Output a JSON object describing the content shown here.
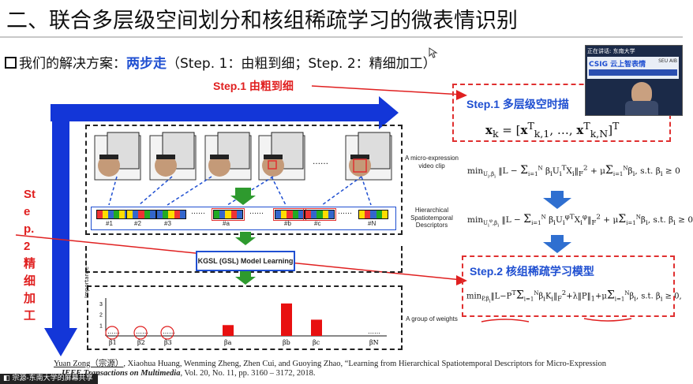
{
  "slide": {
    "title": "二、联合多层级空间划分和核组稀疏学习的微表情识别",
    "solution_prefix": "我们的解决方案：",
    "solution_accent": "两步走",
    "solution_suffix": "（Step. 1：由粗到细；Step. 2：精细加工）"
  },
  "annotations": {
    "step1_coarse": "Step.1 由粗到细",
    "step2_vertical": "Step.2 精细加工",
    "step1_box_title": "Step.1 多层级空时描",
    "step1_formula": "x_k = [x_{k,1}^T, …, x_{k,N}^T]^T",
    "step2_box_title": "Step.2 核组稀疏学习模型"
  },
  "figure": {
    "caption_clip": "A micro-expression video clip",
    "caption_descriptors": "Hierarchical Spatiotemporal Descriptors",
    "caption_weights": "A group of weights",
    "model_learning": "KGSL (GSL) Model Learning",
    "ellipsis": "……",
    "strip_labels": [
      "#1",
      "#2",
      "#3",
      "#a",
      "#b",
      "#c",
      "#N"
    ],
    "beta_labels": [
      "β1",
      "β2",
      "β3",
      "βa",
      "βb",
      "βc",
      "βN"
    ],
    "y_axis_label": "Importance",
    "y_ticks": [
      "3",
      "2",
      "1"
    ]
  },
  "chart_data": {
    "type": "bar",
    "categories": [
      "β1",
      "β2",
      "β3",
      "βa",
      "βb",
      "βc",
      "βN"
    ],
    "values": [
      0,
      0,
      0,
      1.0,
      3.0,
      1.5,
      0
    ],
    "ylabel": "Importance",
    "ylim": [
      0,
      3.5
    ]
  },
  "formulas": {
    "f1": "min_{U_i,β_i} ‖L − Σ_{i=1}^{N} β_i U_i^T X_i‖_F^2 + μ Σ_{i=1}^{N} β_i, s.t. β_i ≥ 0",
    "f2": "min_{U_i^φ,β_i} ‖L − Σ_{i=1}^{N} β_i U_i^{φT} X_i^φ‖_F^2 + μ Σ_{i=1}^{N} β_i, s.t. β_i ≥ 0",
    "f3": "min_{P,β_i} ‖L−P^T Σ_{i=1}^{N} β_i K_i‖_F^2+λ‖P‖_1+μ Σ_{i=1}^{N} β_i, s.t. β_i ≥ 0,"
  },
  "citation": {
    "line1_author": "Yuan Zong（宗源）",
    "line1_rest": ", Xiaohua Huang, Wenming Zheng, Zhen Cui, and Guoying Zhao, “Learning from Hierarchical Spatiotemporal Descriptors for Micro-Expression",
    "line2_journal": "IEEE Transactions on Multimedia",
    "line2_rest": ", Vol. 20, No. 11, pp. 3160 – 3172, 2018."
  },
  "video_overlay": {
    "header": "正在讲话: 东南大学",
    "banner": "CSIG 云上智表情",
    "sub_banner": "SEU AIB"
  },
  "bottom_bar": {
    "label": "宗源-东南大学的屏幕共享"
  },
  "colors": {
    "accent_blue": "#1f4fd1",
    "red": "#e02020",
    "arrow_blue": "#1336d8",
    "green_arrow": "#2e9a2e"
  }
}
